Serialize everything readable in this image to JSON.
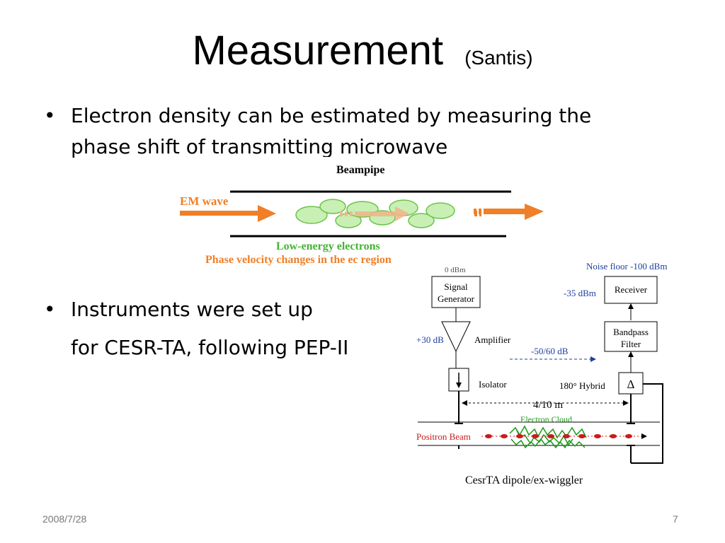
{
  "slide": {
    "title": "Measurement",
    "subtitle": "(Santis)",
    "bullets": [
      {
        "marker": "•",
        "text": "Electron density can be estimated by measuring the phase shift of transmitting microwave"
      },
      {
        "marker": "•",
        "line1": "Instruments were set up",
        "line2": "for CESR-TA, following PEP-II"
      }
    ],
    "footer_date": "2008/7/28",
    "page_number": "7"
  },
  "beampipe_figure": {
    "label_beampipe": "Beampipe",
    "label_em_wave": "EM wave",
    "label_low_energy": "Low-energy electrons",
    "label_phase_velocity": "Phase velocity changes in the ec region",
    "colors": {
      "orange": "#f07f27",
      "cloud_fill": "#c8f0b4",
      "cloud_stroke": "#6cc24a",
      "low_energy": "#45b335",
      "phase_text": "#f07f27"
    }
  },
  "schematic": {
    "noise_floor": "Noise floor -100 dBm",
    "dbm_top_left": "0 dBm",
    "receiver": "Receiver",
    "minus35": "-35 dBm",
    "signal_line1": "Signal",
    "signal_line2": "Generator",
    "plus30": "+30 dB",
    "amplifier": "Amplifier",
    "bandpass_line1": "Bandpass",
    "bandpass_line2": "Filter",
    "minus50": "-50/60 dB",
    "isolator": "Isolator",
    "hybrid": "180° Hybrid",
    "delta": "Δ",
    "distance": "4/10 m",
    "electron_cloud": "Electron Cloud",
    "positron_beam": "Positron Beam",
    "caption": "CesrTA dipole/ex-wiggler",
    "colors": {
      "blue": "#1f3f9f",
      "red": "#cc1a1a",
      "green": "#1a9a1a"
    }
  }
}
